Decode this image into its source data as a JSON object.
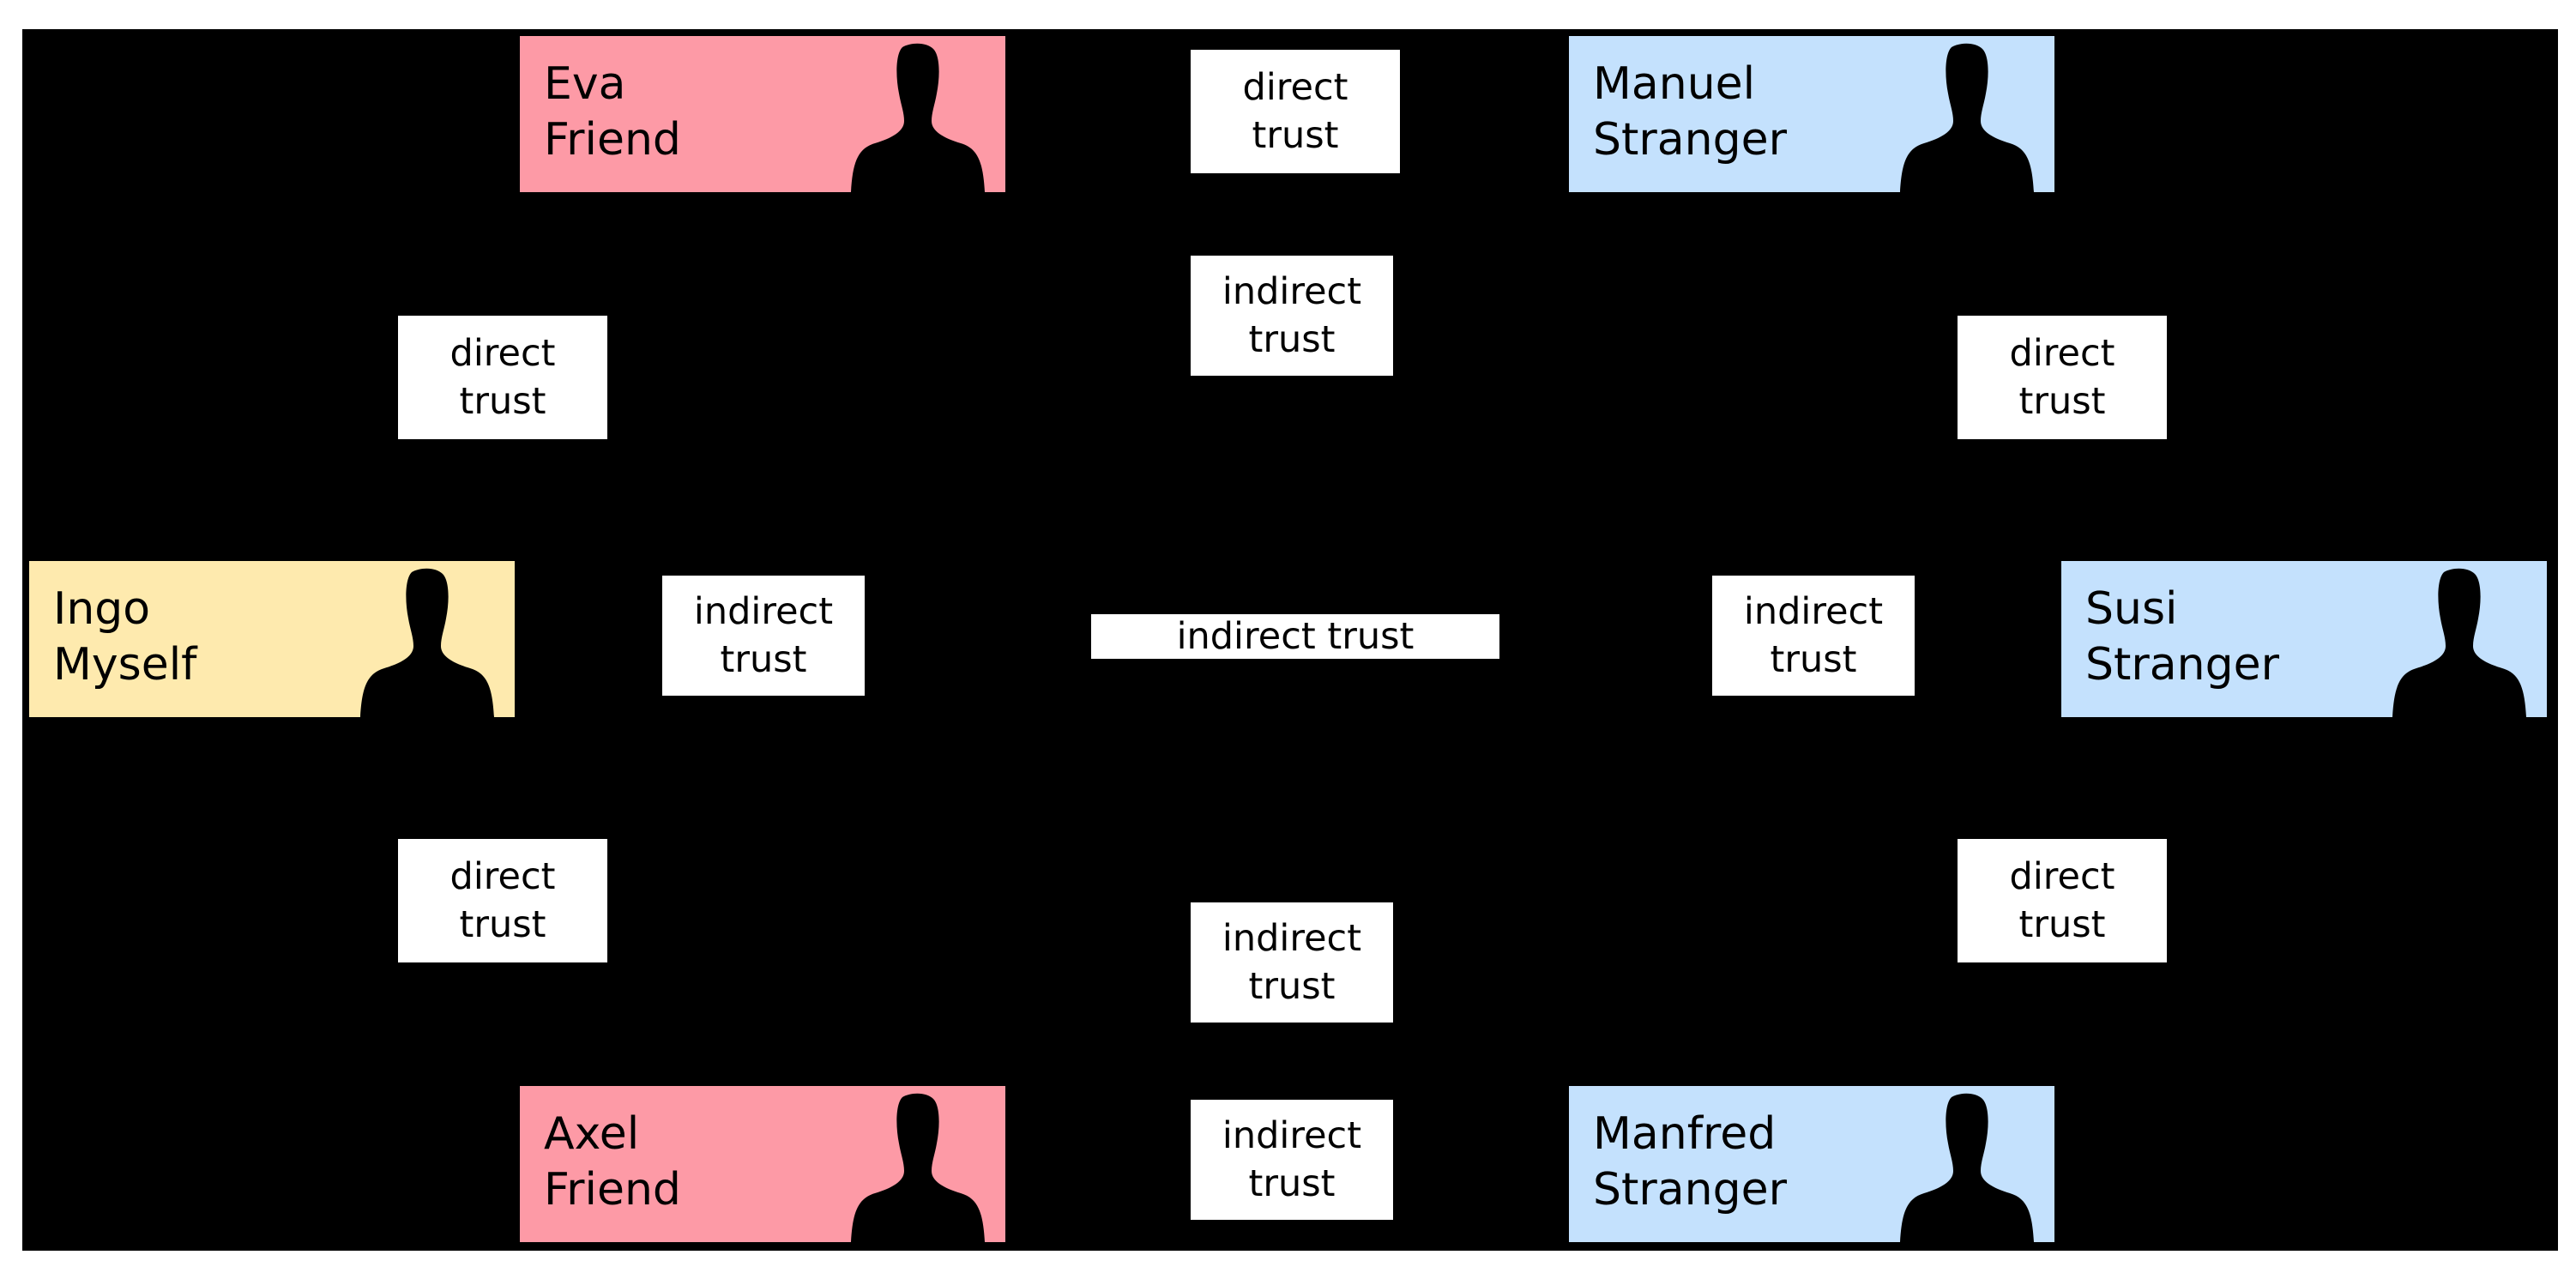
{
  "colors": {
    "friend": "#fd9aa6",
    "stranger": "#c4e1fd",
    "myself": "#feeaae",
    "background": "#000000",
    "label_bg": "#ffffff"
  },
  "people": {
    "eva": {
      "name": "Eva",
      "role": "Friend",
      "icon": "person-silhouette-icon"
    },
    "manuel": {
      "name": "Manuel",
      "role": "Stranger",
      "icon": "person-silhouette-icon"
    },
    "ingo": {
      "name": "Ingo",
      "role": "Myself",
      "icon": "person-silhouette-icon"
    },
    "susi": {
      "name": "Susi",
      "role": "Stranger",
      "icon": "person-silhouette-icon"
    },
    "axel": {
      "name": "Axel",
      "role": "Friend",
      "icon": "person-silhouette-icon"
    },
    "manfred": {
      "name": "Manfred",
      "role": "Stranger",
      "icon": "person-silhouette-icon"
    }
  },
  "trust_labels": {
    "eva_manuel": "direct\ntrust",
    "ingo_manuel": "indirect\ntrust",
    "ingo_eva": "direct\ntrust",
    "manuel_susi": "direct\ntrust",
    "ingo_near": "indirect\ntrust",
    "center": "indirect trust",
    "susi_near": "indirect\ntrust",
    "ingo_axel": "direct\ntrust",
    "susi_manfred": "direct\ntrust",
    "ingo_manfred": "indirect\ntrust",
    "axel_manfred": "indirect\ntrust"
  }
}
